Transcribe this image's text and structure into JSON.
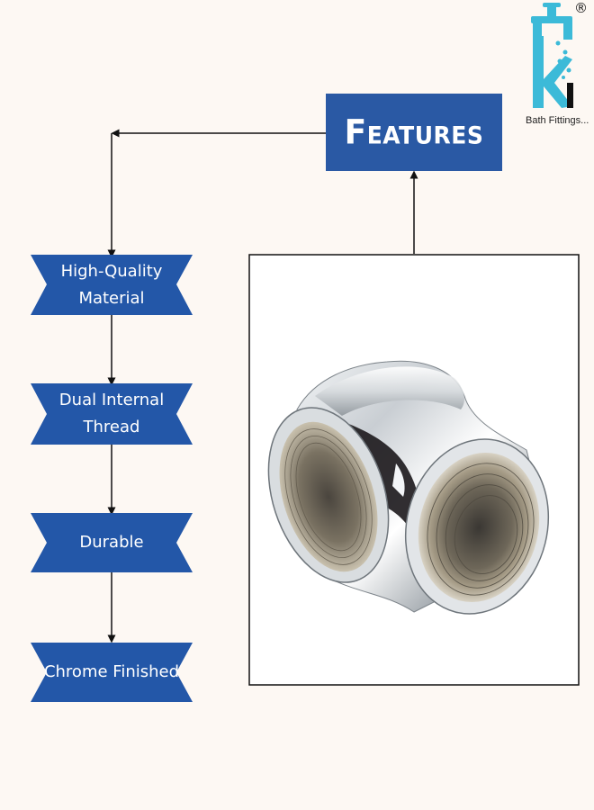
{
  "features": {
    "title": "Features"
  },
  "feature_items": [
    {
      "label": "High-Quality Material"
    },
    {
      "label": "Dual Internal Thread"
    },
    {
      "label": "Durable"
    },
    {
      "label": "Chrome Finished"
    }
  ],
  "brand": {
    "tagline": "Bath Fittings...",
    "registered": "®"
  },
  "colors": {
    "ribbon": "#2357a8",
    "features_box": "#2a59a4",
    "logo_teal": "#3cbad8",
    "background": "#fdf8f3"
  },
  "product": {
    "icon": "chrome-elbow-fitting-icon"
  }
}
